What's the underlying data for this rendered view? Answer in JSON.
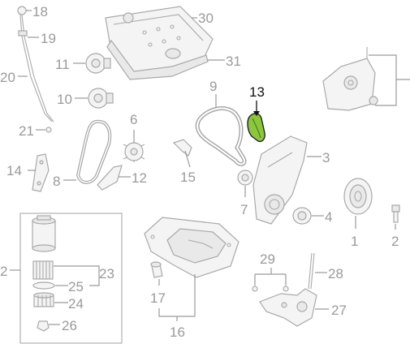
{
  "highlight_color": "#8cc63f",
  "callouts": {
    "c1": "1",
    "c2": "2",
    "c2b": "2",
    "c3": "3",
    "c4": "4",
    "c6": "6",
    "c7": "7",
    "c8": "8",
    "c9": "9",
    "c10": "10",
    "c11": "11",
    "c12": "12",
    "c13": "13",
    "c14": "14",
    "c15": "15",
    "c16": "16",
    "c17": "17",
    "c18": "18",
    "c19": "19",
    "c20": "20",
    "c21": "21",
    "c23": "23",
    "c24": "24",
    "c25": "25",
    "c26": "26",
    "c27": "27",
    "c28": "28",
    "c29": "29",
    "c30": "30",
    "c31": "31"
  }
}
